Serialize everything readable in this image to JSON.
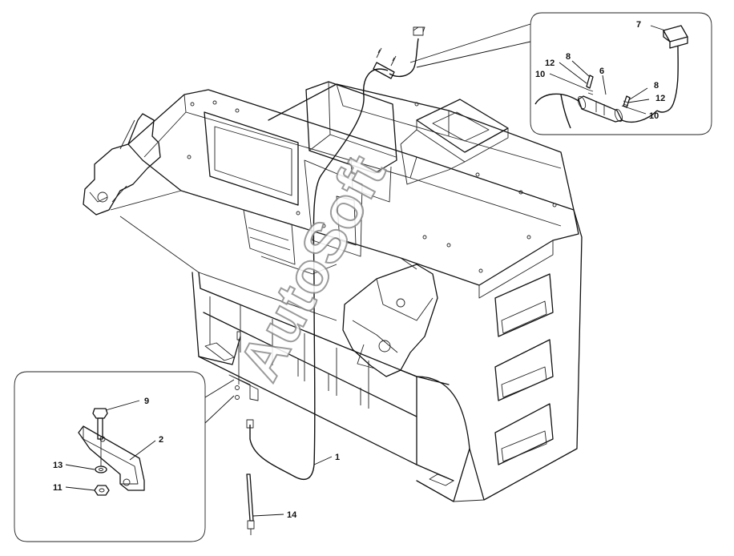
{
  "watermark": "AutoSoft",
  "callouts": {
    "c1": "1",
    "c2": "2",
    "c6": "6",
    "c7": "7",
    "c8a": "8",
    "c8b": "8",
    "c9": "9",
    "c10a": "10",
    "c10b": "10",
    "c11": "11",
    "c12a": "12",
    "c12b": "12",
    "c13": "13",
    "c14": "14"
  }
}
